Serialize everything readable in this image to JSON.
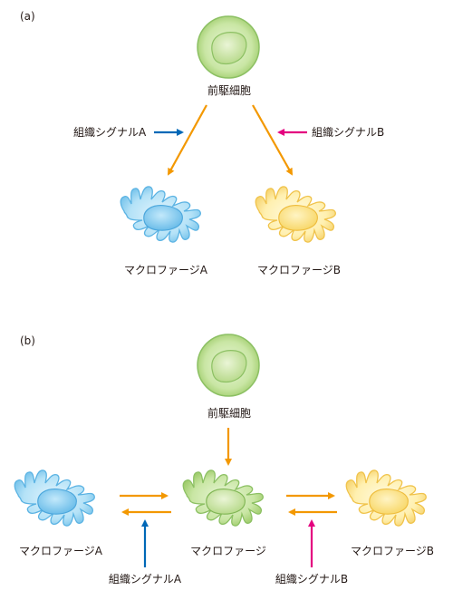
{
  "panel_a": {
    "label": "(a)",
    "precursor": "前駆細胞",
    "signal_a": "組織シグナルA",
    "signal_b": "組織シグナルB",
    "macrophage_a": "マクロファージA",
    "macrophage_b": "マクロファージB"
  },
  "panel_b": {
    "label": "(b)",
    "precursor": "前駆細胞",
    "macrophage_a": "マクロファージA",
    "macrophage": "マクロファージ",
    "macrophage_b": "マクロファージB",
    "signal_a": "組織シグナルA",
    "signal_b": "組織シグナルB"
  },
  "colors": {
    "orange_arrow": "#f39800",
    "blue_arrow": "#0068b7",
    "pink_arrow": "#e4007f",
    "green_cell": "#b5d98a",
    "blue_cell": "#8fd0f0",
    "yellow_cell": "#ffe07a"
  }
}
